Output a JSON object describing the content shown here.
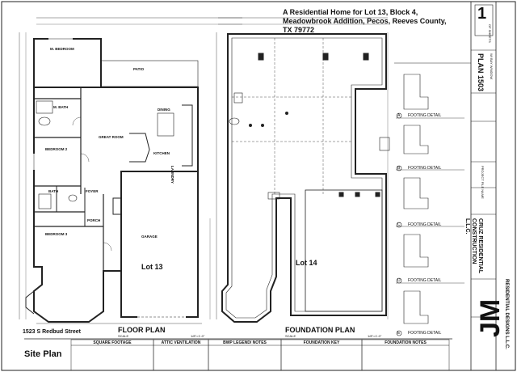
{
  "sheet": {
    "title": "A Residential Home for Lot 13, Block 4, Meadowbrook Addition, Pecos, Reeves County, TX 79772",
    "sheet_number": "1",
    "of_sheets": "OF SHEETS",
    "plan_name": "PLAN 1503",
    "plan_sub": "W/ BAY WINDOW",
    "floor_plan_label": "FLOOR PLAN",
    "foundation_plan_label": "FOUNDATION PLAN",
    "project_file_name": "PROJECT FILE NAME",
    "scale_text": "SCALE",
    "scale_value": "1/8\"=1'-0\""
  },
  "floor_plan": {
    "rooms": {
      "master_bedroom": "M. BEDROOM",
      "master_bath": "M. BATH",
      "patio": "PATIO",
      "great_room": "GREAT ROOM",
      "dining": "DINING",
      "kitchen": "KITCHEN",
      "bedroom2": "BEDROOM 2",
      "bath": "BATH",
      "foyer": "FOYER",
      "porch": "PORCH",
      "garage": "GARAGE",
      "bedroom3": "BEDROOM 3",
      "laundry": "LAUNDRY"
    },
    "lot_label": "Lot 13",
    "address": "1523 S Redbud Street"
  },
  "foundation_plan": {
    "lot_label": "Lot 14"
  },
  "details": [
    {
      "letter": "A",
      "label": "FOOTING DETAIL"
    },
    {
      "letter": "B",
      "label": "FOOTING DETAIL"
    },
    {
      "letter": "C",
      "label": "FOOTING DETAIL"
    },
    {
      "letter": "D",
      "label": "FOOTING DETAIL"
    },
    {
      "letter": "E",
      "label": "FOOTING DETAIL"
    }
  ],
  "title_block": {
    "company": "CRUZ RESIDENTIAL CONSTRUCTION L.L.C.",
    "designer": "RESIDENTIAL DESIGNS L.L.C."
  },
  "tables": {
    "square_footage": "SQUARE FOOTAGE",
    "attic_ventilation": "ATTIC VENTILATION",
    "bwp_legend": "BWP LEGEND/ NOTES",
    "foundation_key": "FOUNDATION KEY",
    "foundation_notes": "FOUNDATION NOTES"
  },
  "site_plan_label": "Site Plan"
}
